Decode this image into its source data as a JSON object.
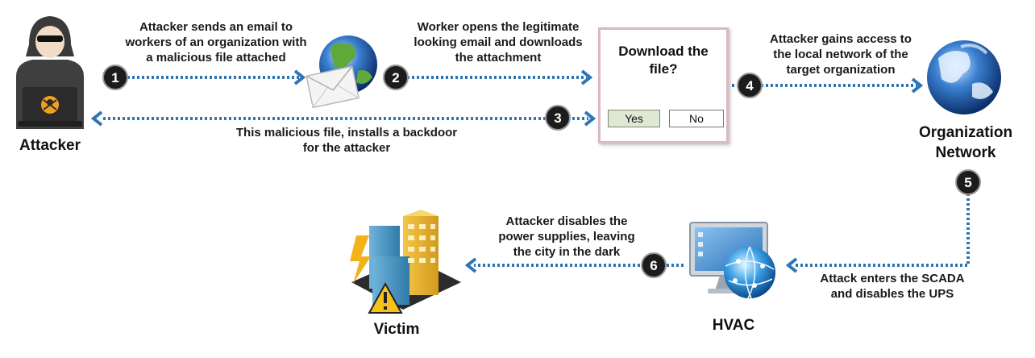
{
  "labels": {
    "step1": [
      "Attacker sends an email to",
      "workers of an organization with",
      "a malicious file attached"
    ],
    "step2": [
      "Worker opens the legitimate",
      "looking email and downloads",
      "the attachment"
    ],
    "step3": [
      "This malicious file, installs a backdoor",
      "for the attacker"
    ],
    "step4": [
      "Attacker gains access to",
      "the local network of the",
      "target organization"
    ],
    "step5": [
      "Attack enters the SCADA",
      "and disables the UPS"
    ],
    "step6": [
      "Attacker disables the",
      "power supplies, leaving",
      "the city in the dark"
    ]
  },
  "nodes": {
    "attacker": "Attacker",
    "org": [
      "Organization",
      "Network"
    ],
    "hvac": "HVAC",
    "victim": "Victim"
  },
  "dialog": {
    "question": [
      "Download the",
      "file?"
    ],
    "yes": "Yes",
    "no": "No"
  },
  "steps": [
    "1",
    "2",
    "3",
    "4",
    "5",
    "6"
  ],
  "colors": {
    "arrow": "#2e75b6",
    "badge": "#1c1c1c",
    "dialog_border": "#d9b9c3"
  }
}
